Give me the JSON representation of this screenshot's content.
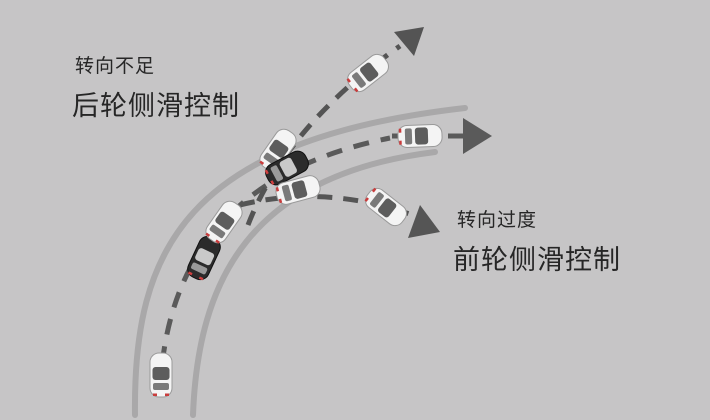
{
  "understeer": {
    "title": "转向不足",
    "subtitle": "后轮侧滑控制"
  },
  "oversteer": {
    "title": "转向过度",
    "subtitle": "前轮侧滑控制"
  },
  "colors": {
    "background": "#c6c5c6",
    "road_edge": "#a9a8a9",
    "path": "#5a5a5a",
    "arrow_understeer": "#545454",
    "arrow_oversteer": "#555555",
    "car_white": "#f4f4f4",
    "car_dark": "#2b2b2b",
    "text": "#262626"
  }
}
